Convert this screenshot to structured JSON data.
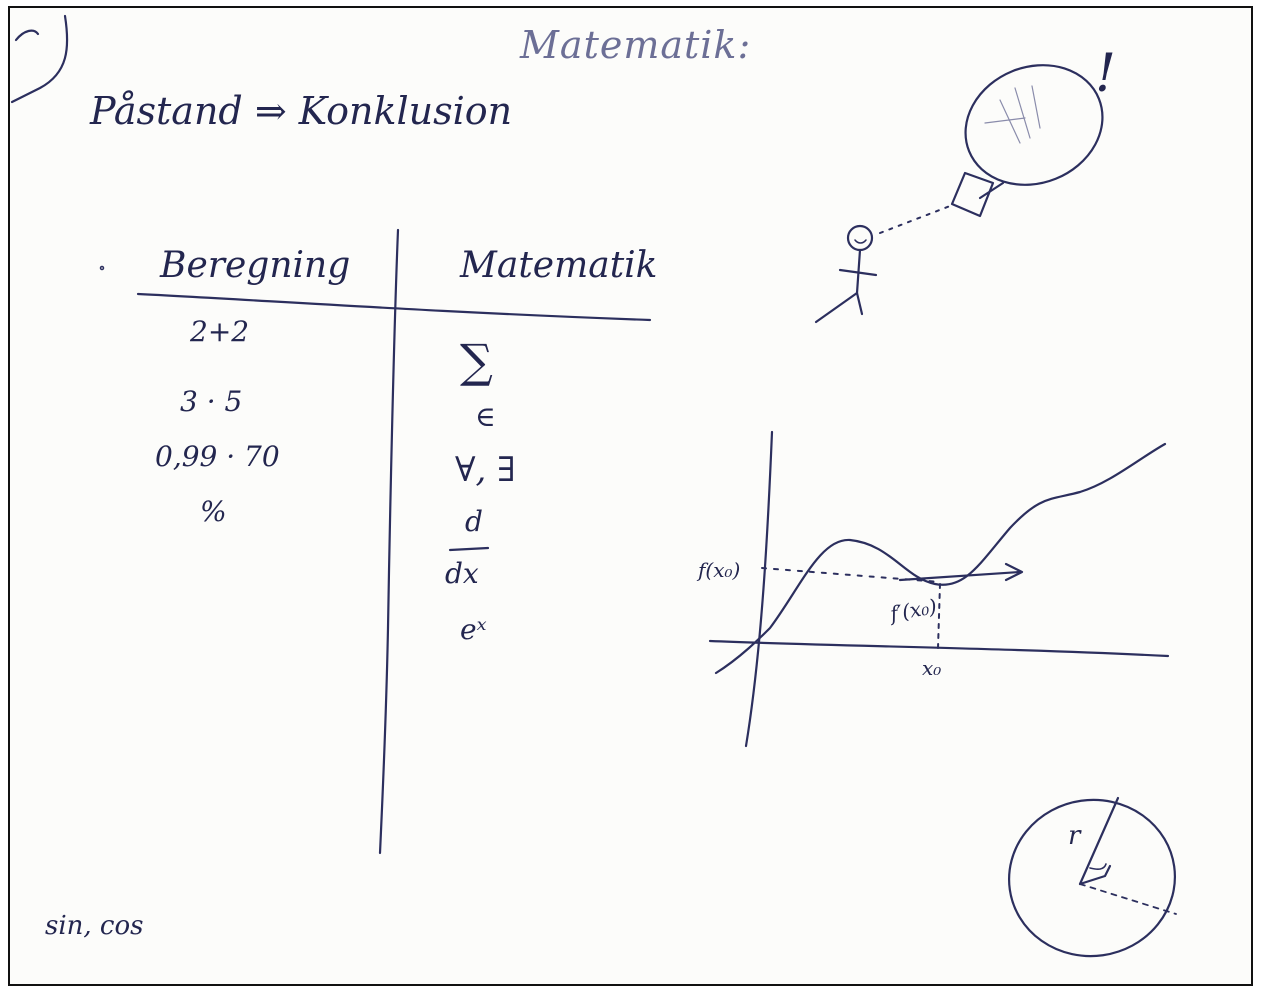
{
  "title": "Matematik:",
  "claim": "Påstand ⇒ Konklusion",
  "table": {
    "headers": [
      "Beregning",
      "Matematik"
    ],
    "left": [
      "2+2",
      "3 · 5",
      "0,99 · 70",
      "%"
    ],
    "right": [
      "∑",
      "∈",
      "∀, ∃",
      "d",
      "dx",
      "eˣ"
    ]
  },
  "graph": {
    "fx0_label": "f(x₀)",
    "fprime_label": "f′(x₀)",
    "x0_label": "x₀"
  },
  "circle": {
    "radius_label": "r"
  },
  "exclamation": "!",
  "bottom_text": "sin, cos",
  "icons": [
    "lightbulb-icon",
    "stick-figure-icon",
    "circle-diagram-icon"
  ]
}
